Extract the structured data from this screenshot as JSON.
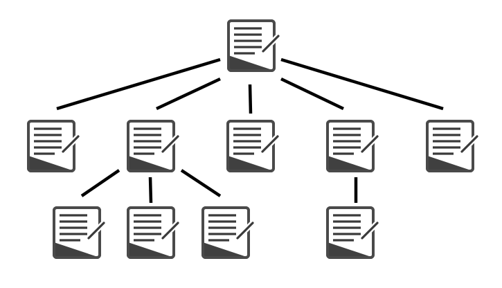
{
  "diagram": {
    "type": "tree",
    "icon": "document-edit-icon",
    "colors": {
      "edge": "#000000",
      "icon_frame": "#4a4a4a",
      "icon_fill": "#404040",
      "background": "#ffffff"
    },
    "nodes": [
      {
        "id": "root",
        "parent": null,
        "level": 0
      },
      {
        "id": "child-1",
        "parent": "root",
        "level": 1
      },
      {
        "id": "child-2",
        "parent": "root",
        "level": 1
      },
      {
        "id": "child-3",
        "parent": "root",
        "level": 1
      },
      {
        "id": "child-4",
        "parent": "root",
        "level": 1
      },
      {
        "id": "child-5",
        "parent": "root",
        "level": 1
      },
      {
        "id": "child-2-1",
        "parent": "child-2",
        "level": 2
      },
      {
        "id": "child-2-2",
        "parent": "child-2",
        "level": 2
      },
      {
        "id": "child-2-3",
        "parent": "child-2",
        "level": 2
      },
      {
        "id": "child-4-1",
        "parent": "child-4",
        "level": 2
      }
    ]
  }
}
